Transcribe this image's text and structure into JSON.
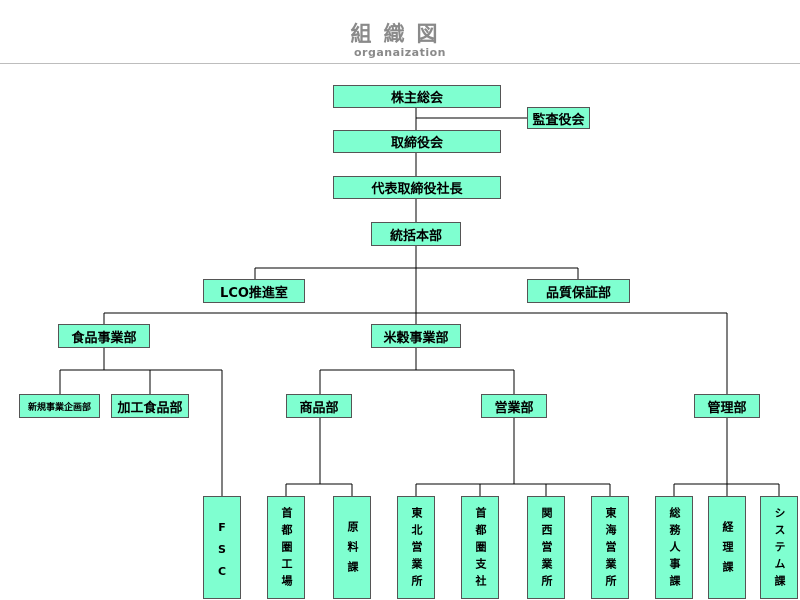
{
  "header": {
    "title": "組織図",
    "subtitle": "organaization"
  },
  "org": {
    "shareholders": "株主総会",
    "auditor": "監査役会",
    "board": "取締役会",
    "president": "代表取締役社長",
    "hq": "統括本部",
    "lco": "LCO推進室",
    "qa": "品質保証部",
    "food_div": "食品事業部",
    "rice_div": "米穀事業部",
    "new_biz": "新規事業企画部",
    "processed_food": "加工食品部",
    "fsc": "FSC",
    "products": "商品部",
    "sales": "営業部",
    "management": "管理部",
    "metro_factory": "首都圏工場",
    "raw_materials": "原料課",
    "east_north_sales": "東北営業所",
    "metro_branch": "首都圏支社",
    "kansai_sales": "関西営業所",
    "tokai_sales": "東海営業所",
    "general_hr": "総務人事課",
    "accounting": "経理課",
    "systems": "システム課"
  }
}
